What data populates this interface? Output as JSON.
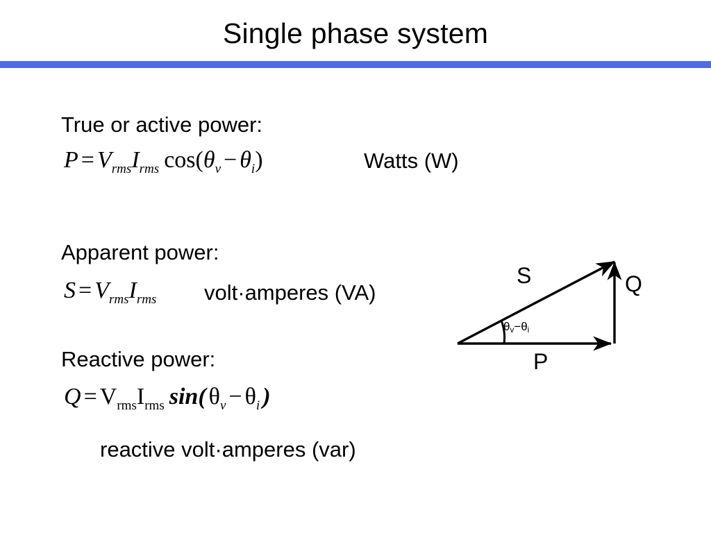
{
  "slide": {
    "title": "Single phase system",
    "rule_color": "#4C6CE4"
  },
  "sections": {
    "true_power": {
      "heading": "True or active power:",
      "formula": {
        "lhs": "P",
        "equals": "=",
        "v_symbol": "V",
        "v_subscript": "rms",
        "i_symbol": "I",
        "i_subscript": "rms",
        "trig": "cos",
        "open_paren": "(",
        "theta_v": "θ",
        "theta_v_sub": "v",
        "minus": "−",
        "theta_i": "θ",
        "theta_i_sub": "i",
        "close_paren": ")",
        "plain": "P = V_rms I_rms cos(θ_v − θ_i)"
      },
      "unit": "Watts (W)"
    },
    "apparent_power": {
      "heading": "Apparent power:",
      "formula": {
        "lhs": "S",
        "equals": "=",
        "v_symbol": "V",
        "v_subscript": "rms",
        "i_symbol": "I",
        "i_subscript": "rms",
        "plain": "S = V_rms I_rms"
      },
      "unit": "volt·amperes (VA)"
    },
    "reactive_power": {
      "heading": "Reactive power:",
      "formula": {
        "lhs": "Q",
        "equals": "=",
        "v_symbol": "V",
        "v_subscript": "rms",
        "i_symbol": "I",
        "i_subscript": "rms",
        "trig": "sin",
        "open_paren": "(",
        "theta_v": "θ",
        "theta_v_sub": "v",
        "minus": "−",
        "theta_i": "θ",
        "theta_i_sub": "i",
        "close_paren": ")",
        "plain": "Q = V_rms I_rms sin( θ_v − θ_i )"
      },
      "unit": "reactive volt·amperes (var)"
    }
  },
  "power_triangle": {
    "hypotenuse_label": "S",
    "vertical_label": "Q",
    "horizontal_label": "P",
    "angle_theta": "θ",
    "angle_theta_v_sub": "v",
    "angle_minus": "−",
    "angle_theta_i_sub": "i",
    "stroke_color": "#000000"
  }
}
